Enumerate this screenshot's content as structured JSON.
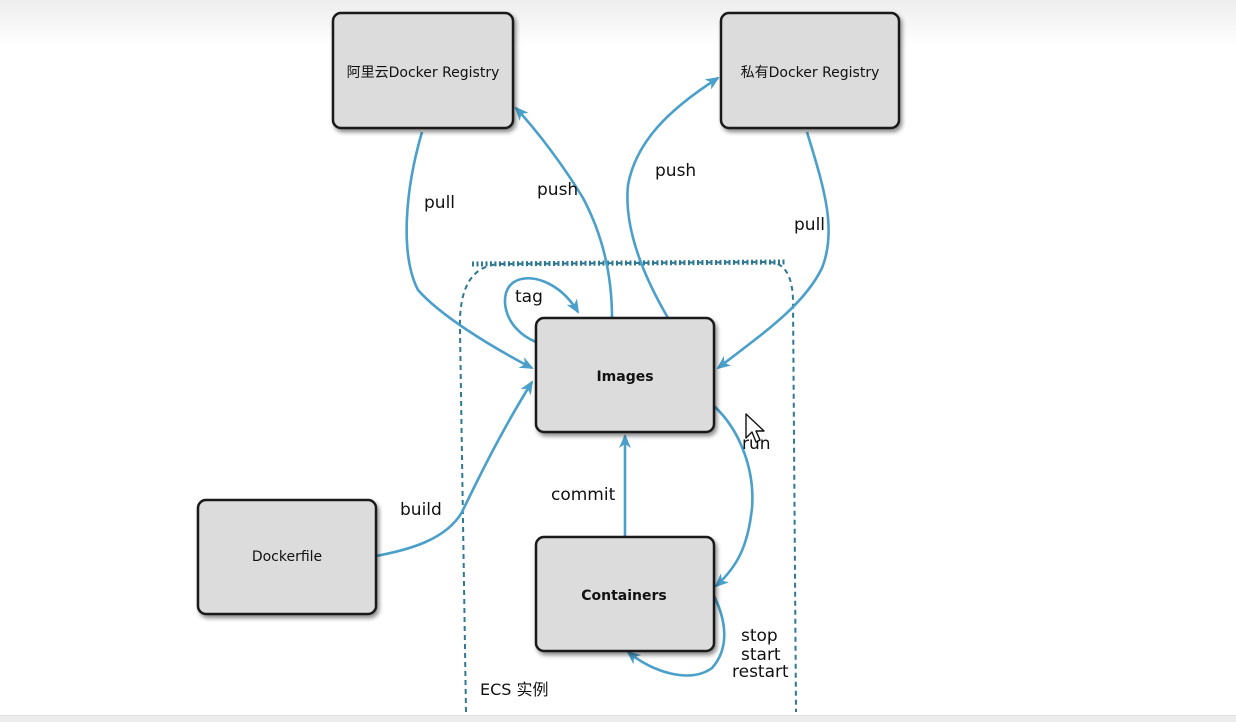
{
  "diagram": {
    "nodes": {
      "aliyun_registry": "阿里云Docker Registry",
      "private_registry": "私有Docker Registry",
      "images": "Images",
      "dockerfile": "Dockerfile",
      "containers": "Containers"
    },
    "group": {
      "label": "ECS 实例"
    },
    "edges": {
      "pull_from_aliyun": "pull",
      "push_to_aliyun": "push",
      "push_to_private": "push",
      "pull_from_private": "pull",
      "tag": "tag",
      "run": "run",
      "build": "build",
      "commit": "commit",
      "container_ops": [
        "stop",
        "start",
        "restart"
      ]
    },
    "colors": {
      "edge": "#4a9fcb",
      "group_border": "#2f7891",
      "node_fill": "#dcdcdc",
      "node_stroke": "#1a1a1a"
    }
  },
  "cursor": {
    "icon": "mouse-pointer-icon"
  }
}
